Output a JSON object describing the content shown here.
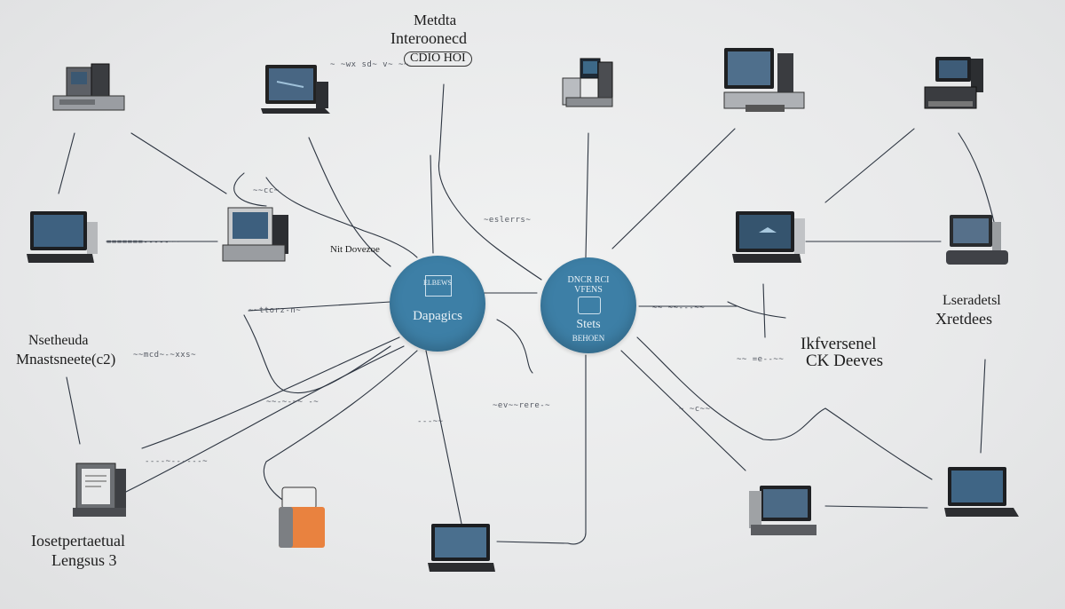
{
  "title": {
    "line1": "Metdta",
    "line2": "Interoonecd",
    "line3": "CDIO HOI"
  },
  "hubs": [
    {
      "id": "left",
      "top_text": "ELBEWS",
      "mid_text": "Dapagics"
    },
    {
      "id": "right",
      "top_text": "DNCR RCI VFENS",
      "mid_text": "Stets",
      "bottom_text": "BEHOEN"
    }
  ],
  "labels": {
    "left_group": {
      "line1": "Nsetheuda",
      "line2": "Mnastsneete(c2)"
    },
    "bottom_left": {
      "line1": "Iosetpertaetual",
      "line2": "Lengsus 3"
    },
    "right_top": {
      "line1": "Lseradetsl",
      "line2": "Xretdees"
    },
    "right_mid": {
      "line1": "Ikfversenel",
      "line2": "CK Deeves"
    },
    "near_left_hub": "Nit Dovezoe"
  },
  "scribbles": [
    "~ ~wx sd~ v~ ~~",
    "~eslerrs~",
    "~~cc~",
    "~~ttorz-n~",
    "~~mcd~-~xxs~",
    "=======-----~~",
    "~~-~-~~ -~",
    "~ev~~rere-~",
    "~ ~c~~",
    "~~ =e--~~",
    "~~ ~~---~~",
    "----~------~",
    "---~~"
  ],
  "colors": {
    "hub": "#3d7fa6",
    "background": "#e9eaeb",
    "wire": "#2c3440"
  },
  "devices": [
    {
      "name": "desktop-tower-1",
      "kind": "tower"
    },
    {
      "name": "laptop-1",
      "kind": "laptop"
    },
    {
      "name": "desktop-tower-2",
      "kind": "tower"
    },
    {
      "name": "monitor-1",
      "kind": "monitor"
    },
    {
      "name": "desktop-tower-3",
      "kind": "tower"
    },
    {
      "name": "laptop-2",
      "kind": "laptop"
    },
    {
      "name": "server-1",
      "kind": "server"
    },
    {
      "name": "laptop-3",
      "kind": "laptop"
    },
    {
      "name": "monitor-2",
      "kind": "monitor"
    },
    {
      "name": "printer-1",
      "kind": "printer"
    },
    {
      "name": "device-orange",
      "kind": "router"
    },
    {
      "name": "laptop-4",
      "kind": "laptop"
    },
    {
      "name": "monitor-3",
      "kind": "monitor"
    },
    {
      "name": "laptop-5",
      "kind": "laptop"
    }
  ]
}
